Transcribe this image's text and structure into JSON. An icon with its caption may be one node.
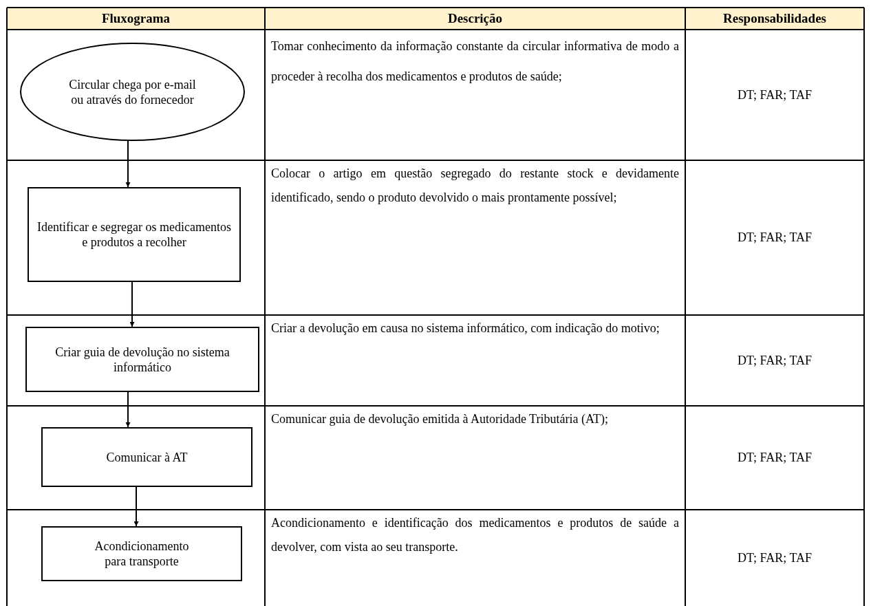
{
  "diagram": {
    "nodes": [
      {
        "text": [
          "Circular chega por e-mail ou através do fornecedor"
        ]
      },
      {
        "text": [
          "Identificar e segregar os medicamentos e produtos a recolher"
        ]
      },
      {
        "text": [
          "Criar guia de devolução no sistema informático"
        ]
      },
      {
        "text": [
          "Comunicar à AT"
        ]
      },
      {
        "text": [
          "Acondicionamento para transporte"
        ]
      }
    ],
    "edges": [
      {
        "from": 0,
        "to": 1,
        "arrow": "to"
      },
      {
        "from": 1,
        "to": 2,
        "arrow": "to"
      },
      {
        "from": 2,
        "to": 3,
        "arrow": "to"
      },
      {
        "from": 3,
        "to": 4,
        "arrow": "to"
      }
    ],
    "labels": [
      "Fluxograma",
      "Descrição",
      "Responsabilidades",
      "Tomar conhecimento da informação constante da circular informativa de modo a proceder à recolha dos medicamentos e produtos de saúde;",
      "DT; FAR; TAF",
      "Colocar o artigo em questão segregado do restante stock e devidamente identificado, sendo o produto devolvido o mais prontamente possível;",
      "DT; FAR; TAF",
      "Criar a devolução em causa no sistema informático, com indicação do motivo;",
      "DT; FAR; TAF",
      "Comunicar guia de devolução emitida à Autoridade Tributária (AT);",
      "DT; FAR; TAF",
      "Acondicionamento e identificação dos medicamentos e produtos de saúde a devolver, com vista ao seu transporte.",
      "DT; FAR; TAF"
    ]
  }
}
